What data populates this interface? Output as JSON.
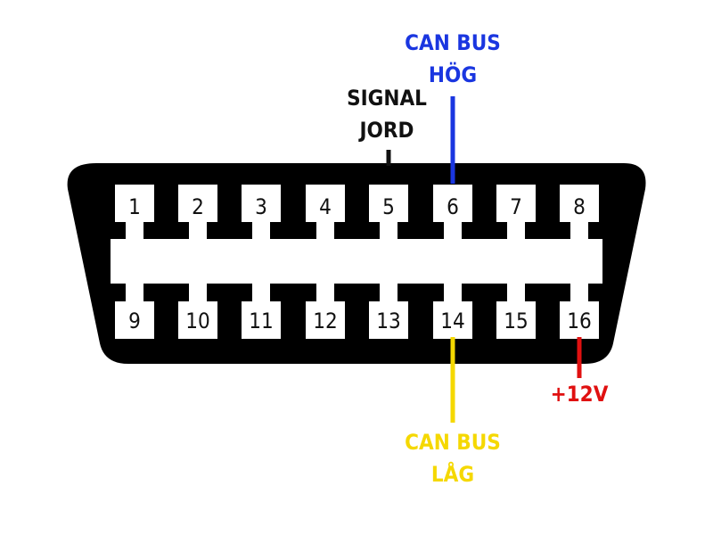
{
  "colors": {
    "connector_body": "#000000",
    "pin": "#ffffff",
    "pin_text": "#111111",
    "can_high": "#1a36e0",
    "signal_ground": "#111111",
    "can_low": "#f5d800",
    "power": "#e01010"
  },
  "connector": {
    "top_pins": [
      "1",
      "2",
      "3",
      "4",
      "5",
      "6",
      "7",
      "8"
    ],
    "bottom_pins": [
      "9",
      "10",
      "11",
      "12",
      "13",
      "14",
      "15",
      "16"
    ]
  },
  "callouts": {
    "can_high": {
      "pin": "6",
      "line1": "CAN BUS",
      "line2": "HÖG"
    },
    "signal_ground": {
      "pin": "5",
      "line1": "SIGNAL",
      "line2": "JORD"
    },
    "can_low": {
      "pin": "14",
      "line1": "CAN BUS",
      "line2": "LÅG"
    },
    "power": {
      "pin": "16",
      "line1": "+12V"
    }
  }
}
